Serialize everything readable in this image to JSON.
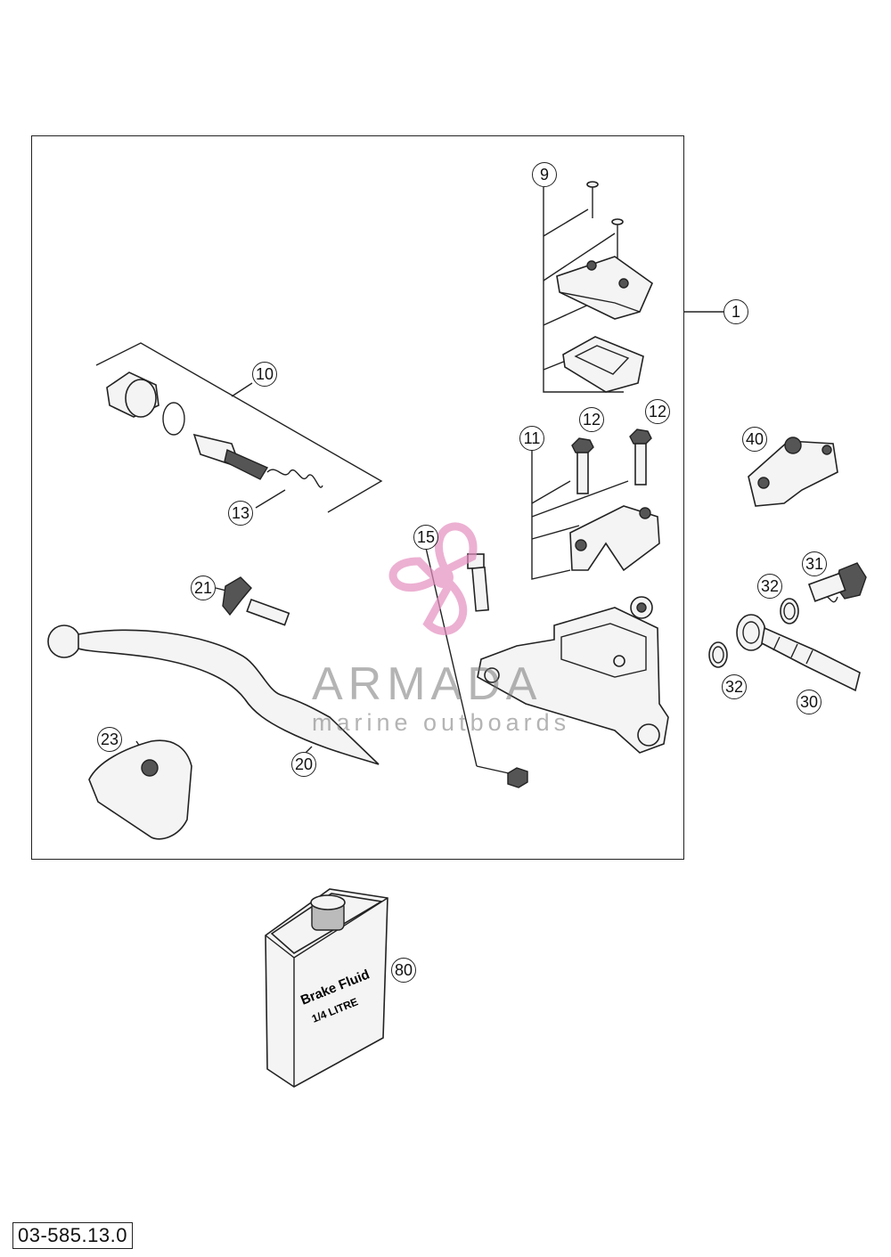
{
  "diagram_code": "03-585.13.0",
  "callouts": [
    "1",
    "9",
    "10",
    "11",
    "12",
    "12",
    "13",
    "15",
    "20",
    "21",
    "23",
    "30",
    "31",
    "32",
    "32",
    "40",
    "80"
  ],
  "fluid_can": {
    "line1": "Brake Fluid",
    "line2": "1/4 LITRE"
  },
  "watermark": {
    "title": "ARMADA",
    "subtitle": "marine outboards",
    "logo": "propeller-logo"
  },
  "colors": {
    "line": "#222222",
    "watermark_pink": "#e48fc0",
    "watermark_gray": "#777777"
  }
}
